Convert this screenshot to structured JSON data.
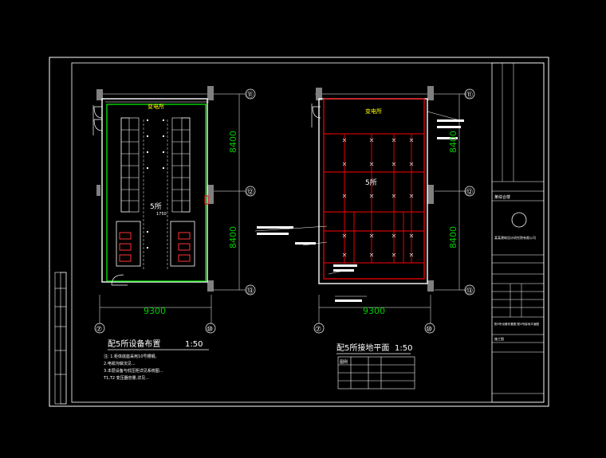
{
  "colors": {
    "background": "#000000",
    "frame": "#ffffff",
    "wall_outline": "#00ff00",
    "grounding": "#ff0000",
    "dimension": "#00cc00",
    "equipment": "#ffffff",
    "column": "#808080",
    "annotation_pink": "#ff66cc",
    "callout": "#00ffff",
    "accent_yellow": "#ffff00"
  },
  "left_plan": {
    "title": "配5所设备布置",
    "scale": "1:50",
    "room_label": "5所",
    "substation_label": "变电所",
    "dim_width": "9300",
    "dim_upper": "8400",
    "dim_lower": "8400",
    "dim_small": "1750",
    "axis_left": "⑦",
    "axis_right": "⑩",
    "axis_top": "⑪",
    "axis_mid": "⑫",
    "axis_bottom": "⑬",
    "notes": [
      "注: 1.柜体底座采用10号槽钢。",
      "2.电缆沟做法见...",
      "3.本层设备与低压柜详见系统图...",
      "T1,T2 变压器容量,详见..."
    ]
  },
  "right_plan": {
    "title": "配5所接地平面",
    "scale": "1:50",
    "room_label": "5所",
    "substation_label": "变电所",
    "dim_width": "9300",
    "dim_upper": "8400",
    "dim_lower": "8400",
    "axis_left": "⑦",
    "axis_right": "⑩",
    "axis_top": "⑪",
    "axis_mid": "⑫",
    "axis_bottom": "⑬",
    "legend_title": "图例"
  },
  "title_block": {
    "project": "某综合楼",
    "company": "某某建筑设计研究院有限公司",
    "drawing_name": "配5所设备布置图 配5所接地平面图",
    "stage": "施工图"
  }
}
